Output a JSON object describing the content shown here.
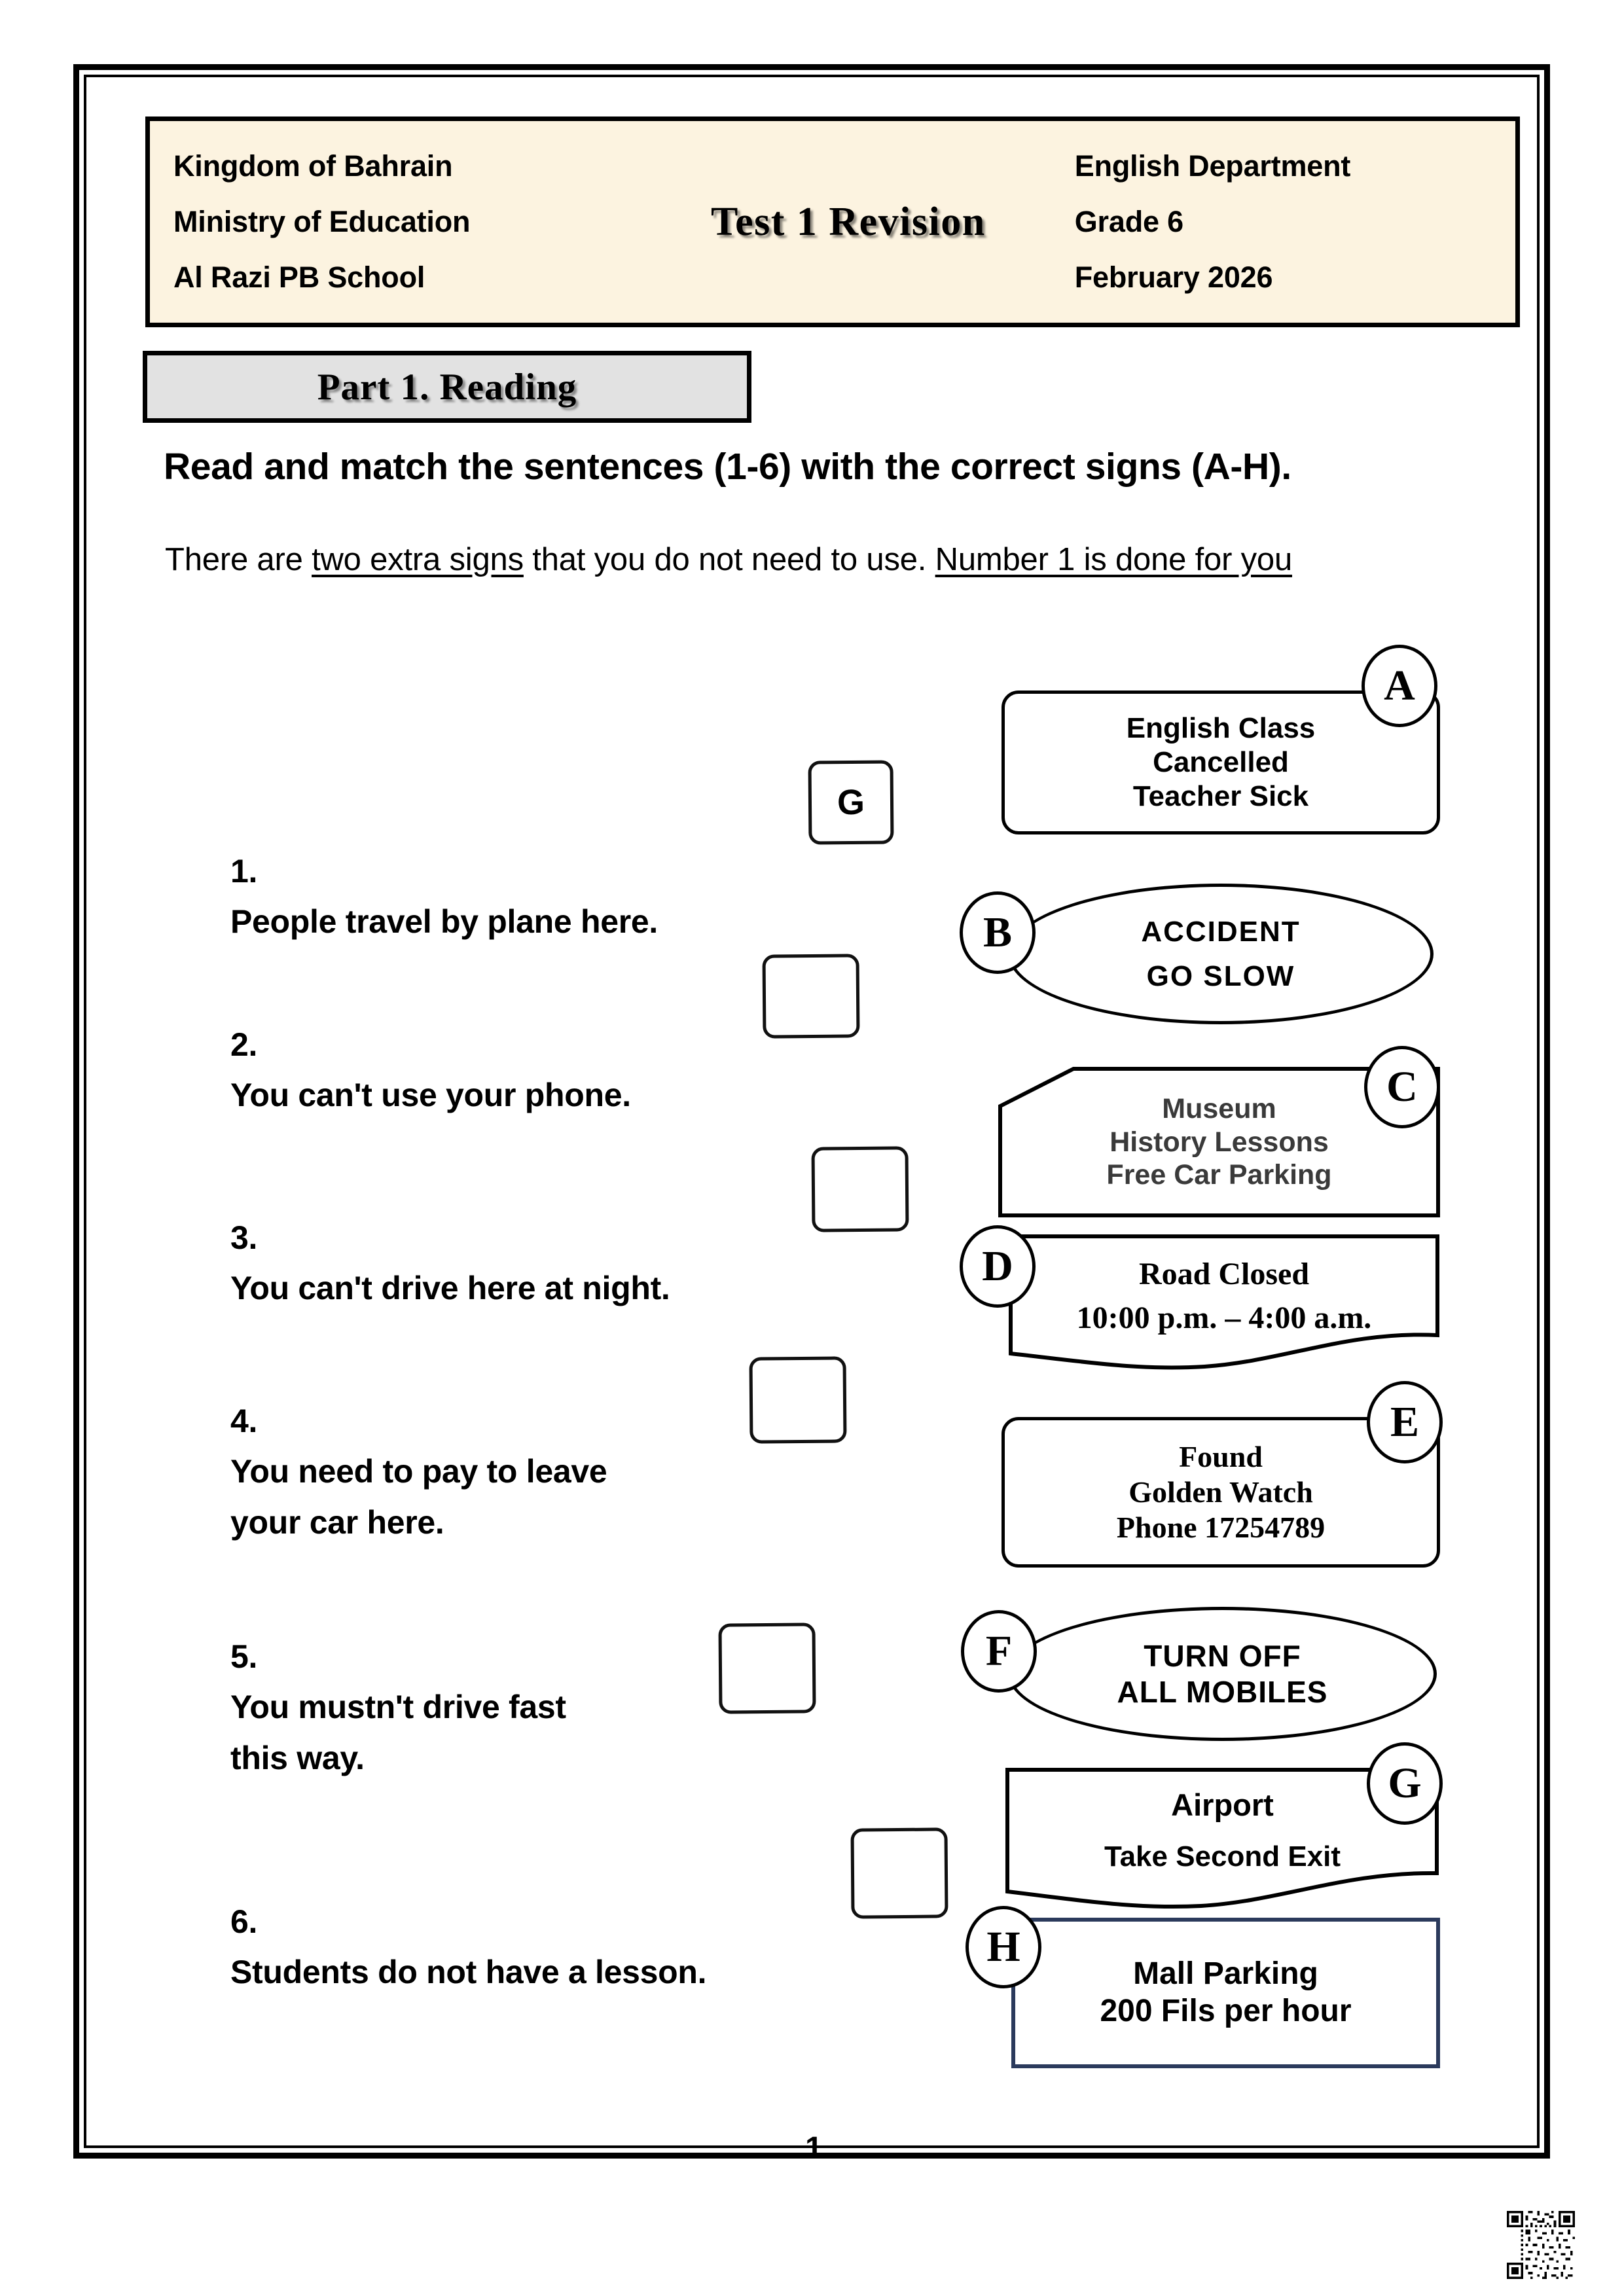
{
  "header": {
    "left": [
      "Kingdom of Bahrain",
      "Ministry of Education",
      "Al Razi PB School"
    ],
    "title": "Test 1 Revision",
    "right": [
      "English Department",
      "Grade 6",
      "February 2026"
    ]
  },
  "part_banner": {
    "label": "Part 1. Reading"
  },
  "instructions": {
    "main": "Read and match the sentences (1-6) with the correct signs (A-H).",
    "sub_a": "There are ",
    "sub_b": "two extra signs",
    "sub_c": " that you do not need to use. ",
    "sub_d": "Number 1 is done for you"
  },
  "questions": [
    {
      "num": "1.",
      "text": "People travel by plane here.",
      "answer": "G"
    },
    {
      "num": "2.",
      "text": "You can't use your phone.",
      "answer": ""
    },
    {
      "num": "3.",
      "text": "You can't drive here at night.",
      "answer": ""
    },
    {
      "num": "4.",
      "text": "You need to pay to leave\nyour car here.",
      "answer": ""
    },
    {
      "num": "5.",
      "text": "You mustn't drive fast\nthis way.",
      "answer": ""
    },
    {
      "num": "6.",
      "text": "Students do not have a lesson.",
      "answer": ""
    }
  ],
  "signs": [
    {
      "letter": "A",
      "lines": [
        "English Class",
        "Cancelled",
        "Teacher Sick"
      ]
    },
    {
      "letter": "B",
      "lines": [
        "ACCIDENT",
        "GO SLOW"
      ]
    },
    {
      "letter": "C",
      "lines": [
        "Museum",
        "History Lessons",
        "Free Car Parking"
      ]
    },
    {
      "letter": "D",
      "lines": [
        "Road Closed",
        "10:00 p.m. – 4:00 a.m."
      ]
    },
    {
      "letter": "E",
      "lines": [
        "Found",
        "Golden Watch",
        "Phone 17254789"
      ]
    },
    {
      "letter": "F",
      "lines": [
        "TURN OFF",
        "ALL MOBILES"
      ]
    },
    {
      "letter": "G",
      "lines": [
        "Airport",
        "Take Second Exit"
      ]
    },
    {
      "letter": "H",
      "lines": [
        "Mall Parking",
        "200 Fils per hour"
      ]
    }
  ],
  "footer": {
    "page_number": "1"
  },
  "colors": {
    "header_bg": "#fcf3e0",
    "banner_bg": "#e2e2e2",
    "sign_c_text": "#3a3a3a",
    "sign_h_border": "#2b3a5c",
    "ink": "#000000"
  }
}
